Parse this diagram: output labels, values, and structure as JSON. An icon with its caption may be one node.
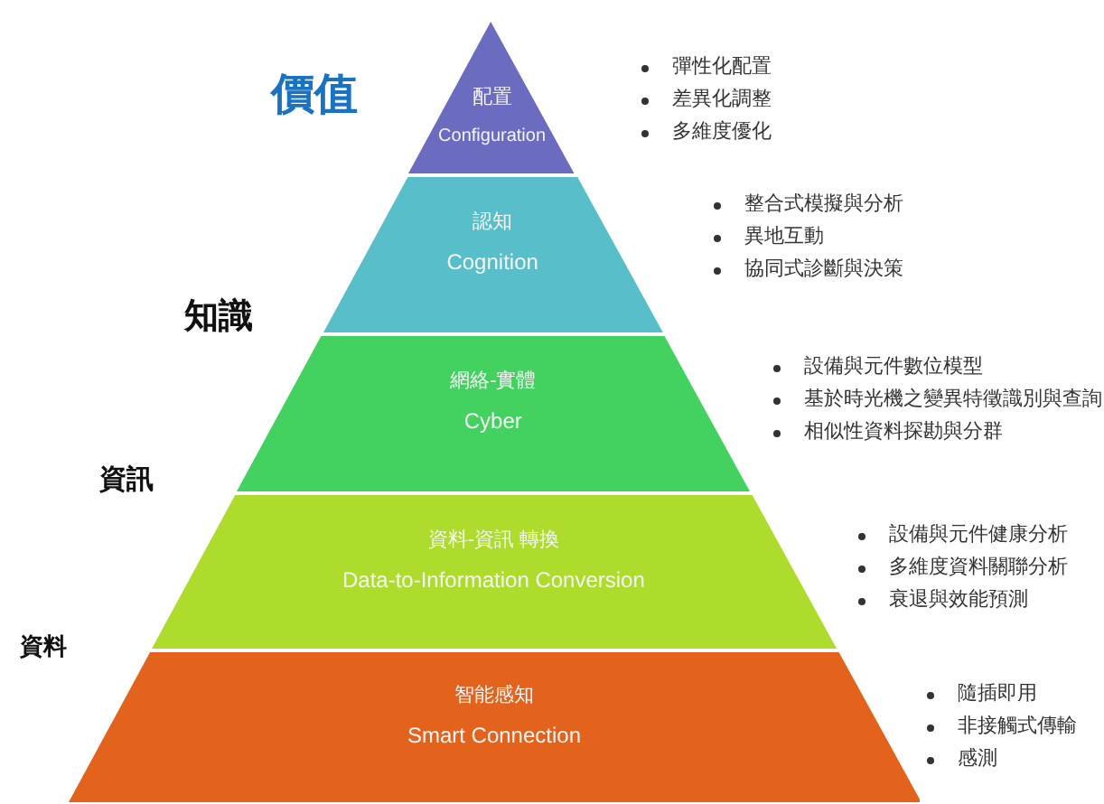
{
  "diagram": {
    "nodes": [
      {
        "text": [
          "配置",
          "Configuration"
        ],
        "beside": [
          "彈性化配置",
          "差異化調整",
          "多維度優化"
        ]
      },
      {
        "text": [
          "認知",
          "Cognition"
        ],
        "beside": [
          "整合式模擬與分析",
          "異地互動",
          "協同式診斷與決策"
        ]
      },
      {
        "text": [
          "網絡-實體",
          "Cyber"
        ],
        "beside": [
          "設備與元件數位模型",
          "基於時光機之變異特徵識別與查詢",
          "相似性資料探勘與分群"
        ]
      },
      {
        "text": [
          "資料-資訊 轉換",
          "Data-to-Information Conversion"
        ],
        "beside": [
          "設備與元件健康分析",
          "多維度資料關聯分析",
          "衰退與效能預測"
        ]
      },
      {
        "text": [
          "智能感知",
          "Smart Connection"
        ],
        "beside": [
          "隨插即用",
          "非接觸式傳輸",
          "感測"
        ]
      }
    ],
    "labels": [
      "價值",
      "知識",
      "資訊",
      "資料"
    ]
  }
}
